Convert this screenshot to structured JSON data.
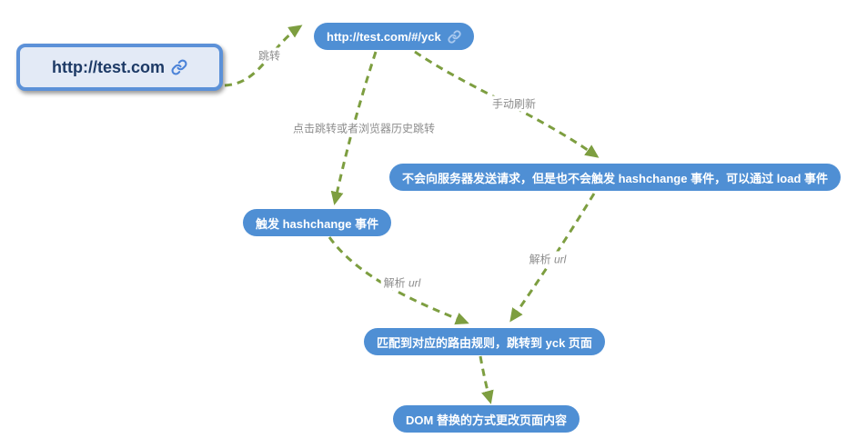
{
  "diagram": {
    "title_semantic": "hash-routing-flowchart",
    "colors": {
      "node_fill": "#4f8fd4",
      "node_text": "#ffffff",
      "start_fill": "#e3eaf6",
      "start_border": "#5c91d8",
      "start_text": "#1d3a66",
      "edge": "#7d9e40",
      "edge_label": "#8c8c8c",
      "icon_start": "#4a82d8",
      "icon_node": "#a9c9ef"
    },
    "nodes": {
      "start": {
        "label": "http://test.com",
        "icon": "link-icon"
      },
      "hash_url": {
        "label": "http://test.com/#/yck",
        "icon": "link-icon"
      },
      "refresh_note": {
        "label": "不会向服务器发送请求，但是也不会触发 hashchange 事件，可以通过 load 事件"
      },
      "hashchange": {
        "label": "触发 hashchange 事件"
      },
      "route_match": {
        "label": "匹配到对应的路由规则，跳转到 yck 页面"
      },
      "dom_update": {
        "label": "DOM 替换的方式更改页面内容"
      }
    },
    "edge_labels": {
      "jump": "跳转",
      "click_or_history": "点击跳转或者浏览器历史跳转",
      "manual_refresh": "手动刷新",
      "parse_url_left": {
        "prefix": "解析 ",
        "word": "url"
      },
      "parse_url_right": {
        "prefix": "解析 ",
        "word": "url"
      }
    }
  }
}
